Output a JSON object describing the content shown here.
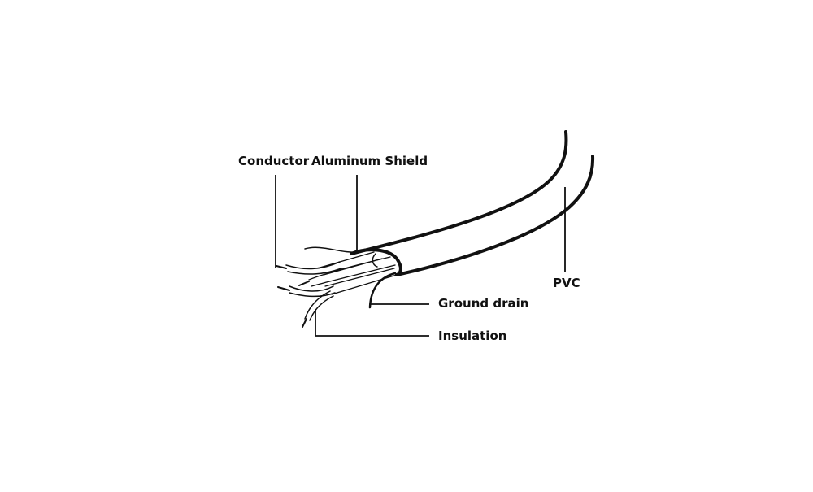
{
  "diagram": {
    "type": "cable cross-section illustration",
    "background": "#ffffff",
    "stroke_color": "#111111",
    "labels": {
      "conductor": "Conductor",
      "aluminum_shield": "Aluminum Shield",
      "ground_drain": "Ground drain",
      "insulation": "Insulation",
      "pvc": "PVC"
    },
    "components": [
      {
        "id": "conductor",
        "label": "Conductor",
        "points_to": "exposed wire tip"
      },
      {
        "id": "aluminum_shield",
        "label": "Aluminum Shield",
        "points_to": "foil shield wrap"
      },
      {
        "id": "ground_drain",
        "label": "Ground drain",
        "points_to": "drain wire"
      },
      {
        "id": "insulation",
        "label": "Insulation",
        "points_to": "wire insulation"
      },
      {
        "id": "pvc",
        "label": "PVC",
        "points_to": "outer jacket"
      }
    ]
  }
}
